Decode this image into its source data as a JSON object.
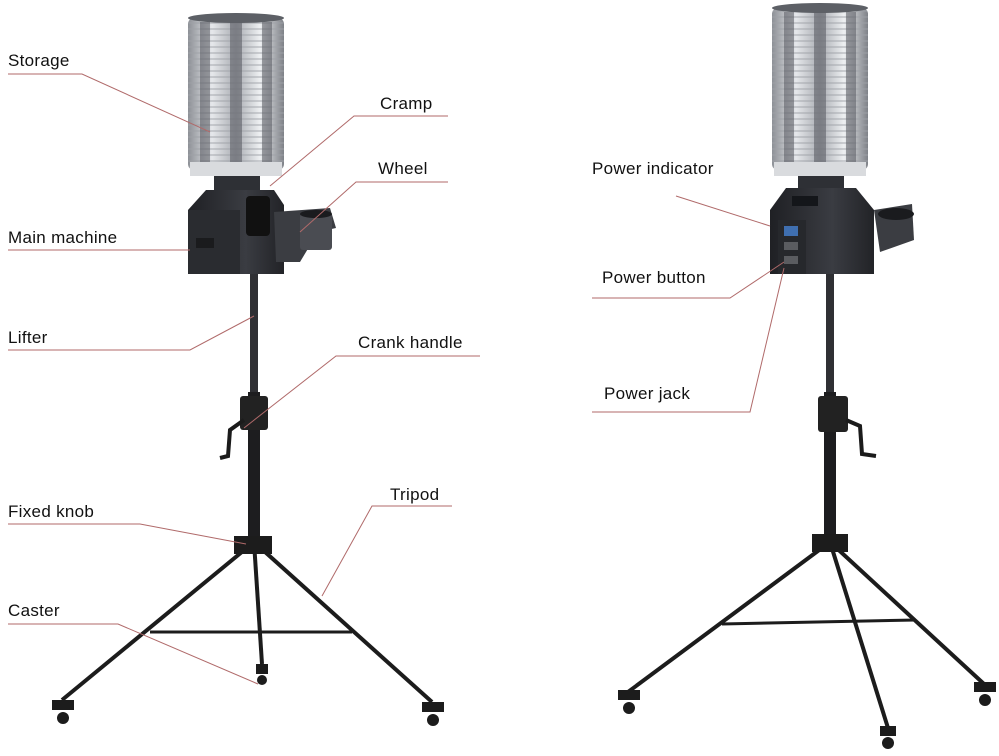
{
  "labels": {
    "storage": "Storage",
    "cramp": "Cramp",
    "wheel": "Wheel",
    "main_machine": "Main machine",
    "lifter": "Lifter",
    "crank_handle": "Crank handle",
    "fixed_knob": "Fixed knob",
    "tripod": "Tripod",
    "caster": "Caster",
    "power_indicator": "Power indicator",
    "power_button": "Power button",
    "power_jack": "Power jack"
  },
  "colors": {
    "leader_line": "#b06a6a",
    "machine_body": "#2b2d31",
    "frame": "#1c1c1c",
    "storage_tube": "#c9ccd1"
  }
}
